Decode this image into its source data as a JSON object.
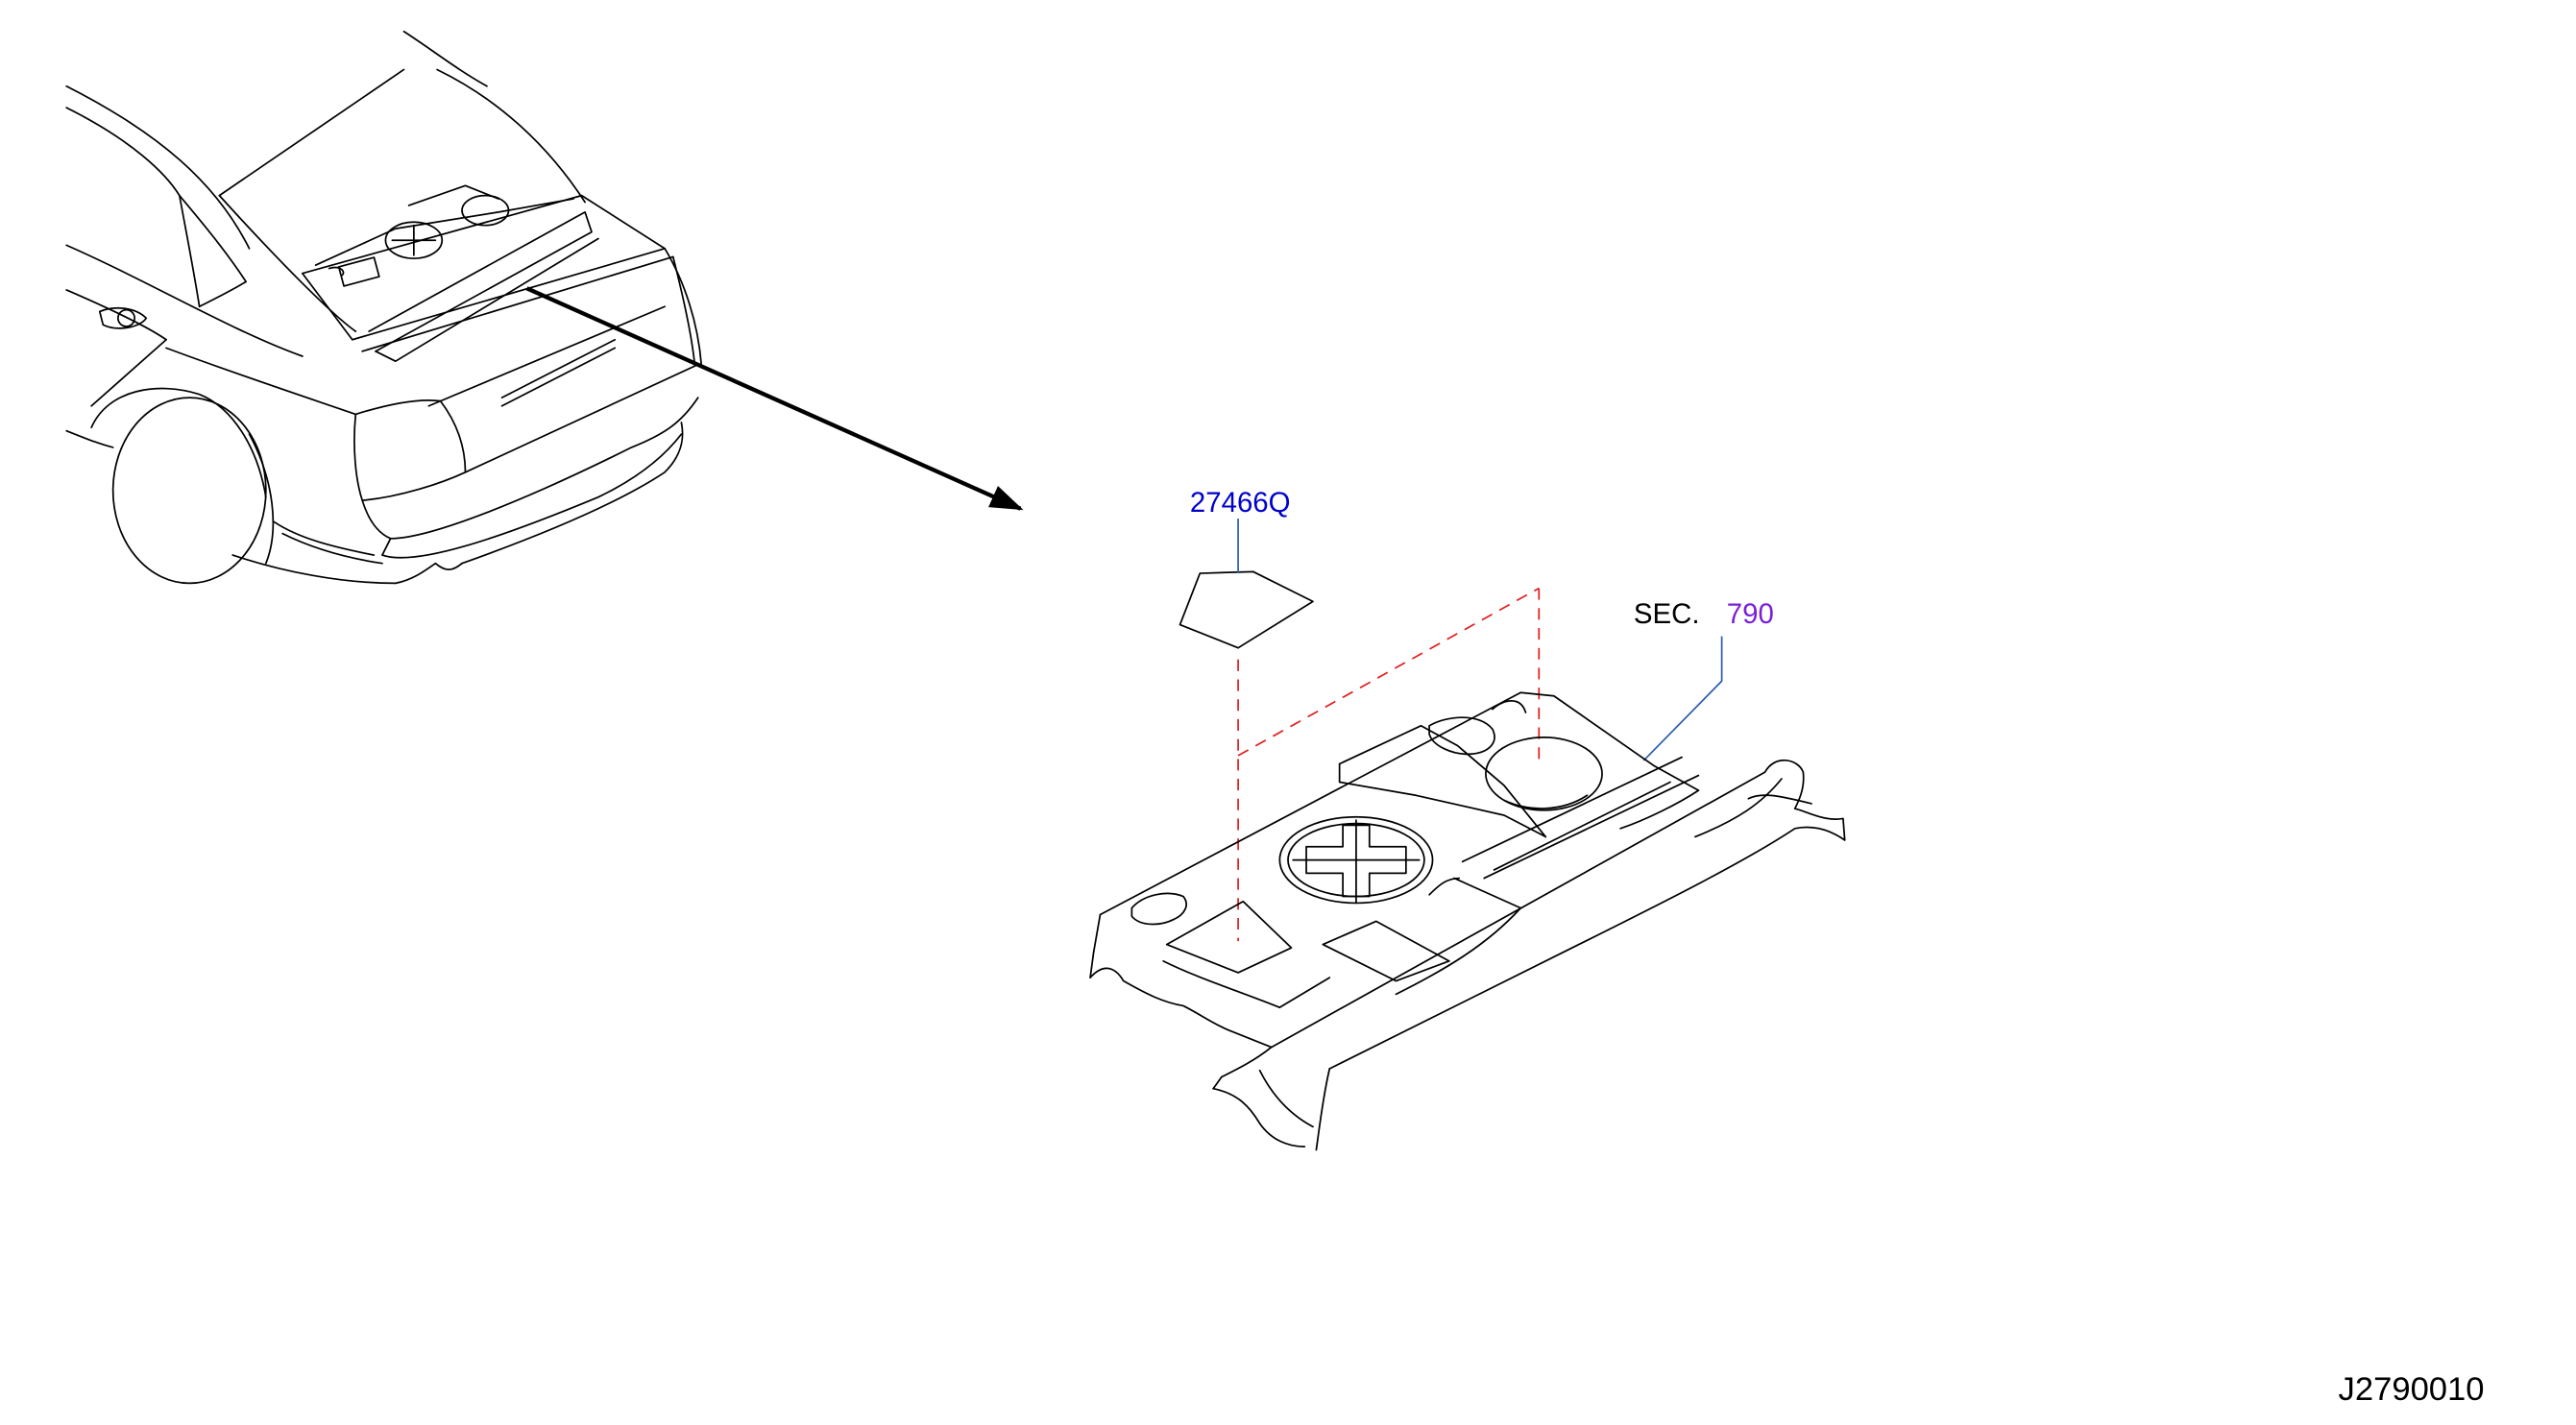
{
  "callouts": {
    "part_number": "27466Q",
    "section_prefix": "SEC.",
    "section_number": "790"
  },
  "figure_id": "J2790010",
  "colors": {
    "line": "#000000",
    "part_link": "#0000cc",
    "section_link": "#7a1fd6",
    "leader": "#2b5fb0",
    "dashed_guide": "#e02020",
    "background": "#ffffff"
  },
  "icons": {
    "callout_arrow": "arrow-right-down-icon"
  }
}
